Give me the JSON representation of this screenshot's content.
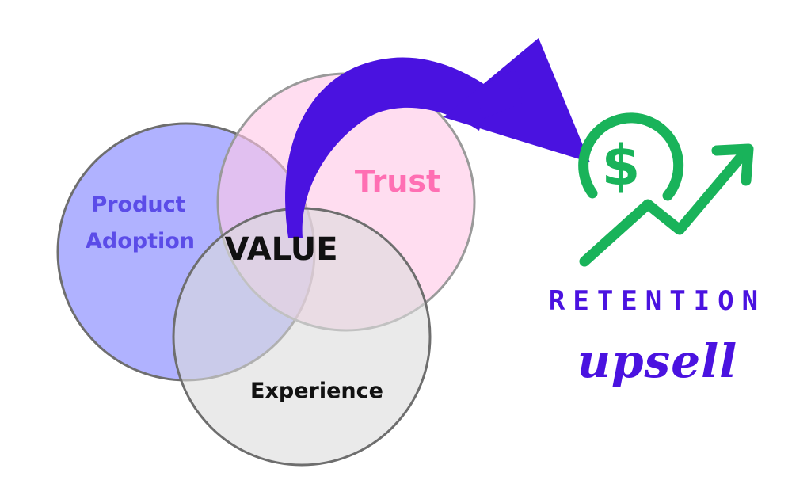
{
  "venn": {
    "circles": [
      {
        "id": "product-adoption",
        "label_lines": [
          "Product",
          "Adoption"
        ],
        "fill": "#9a9cff",
        "label_color": "#5b4ce8"
      },
      {
        "id": "trust",
        "label_lines": [
          "Trust"
        ],
        "fill": "#ffd3ec",
        "label_color": "#ff6fb3"
      },
      {
        "id": "experience",
        "label_lines": [
          "Experience"
        ],
        "fill": "#e3e3e3",
        "label_color": "#111111"
      }
    ],
    "center_label": "VALUE",
    "stroke": "#6e6e6e"
  },
  "arrow": {
    "color": "#4a12e0"
  },
  "icon": {
    "name": "dollar-growth-icon",
    "color": "#19b35a"
  },
  "outcome": {
    "line1": "RETENTION",
    "line2": "upsell",
    "color": "#4a12e0"
  }
}
